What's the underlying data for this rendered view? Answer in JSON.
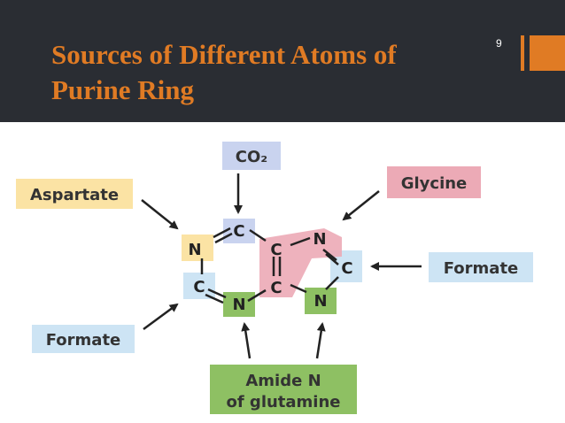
{
  "slide": {
    "title": "Sources of Different Atoms of Purine Ring",
    "page_number": "9"
  },
  "labels": {
    "co2": "CO₂",
    "aspartate": "Aspartate",
    "glycine": "Glycine",
    "formate_right": "Formate",
    "formate_left": "Formate",
    "amide_line1": "Amide N",
    "amide_line2": "of glutamine"
  },
  "atoms": {
    "n1": "N",
    "c2": "C",
    "n3": "N",
    "c4": "C",
    "c5": "C",
    "c6": "C",
    "n7": "N",
    "c8": "C",
    "n9": "N"
  },
  "colors": {
    "header_bg": "#2a2d33",
    "title": "#e07b24",
    "accent": "#e07b24",
    "co2_box": "#c9d3ef",
    "aspartate_box": "#fbe3a4",
    "glycine_box": "#ecaab6",
    "formate_box": "#cde4f4",
    "amide_box": "#8ec063"
  }
}
